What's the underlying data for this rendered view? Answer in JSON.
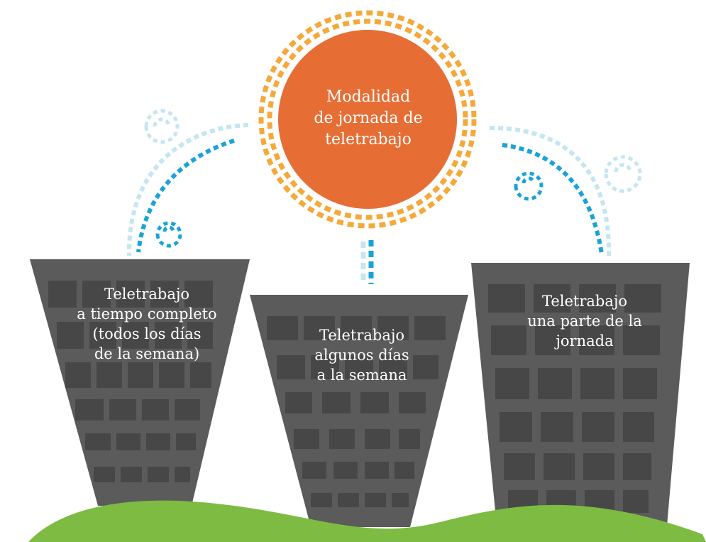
{
  "center": {
    "title_lines": [
      "Modalidad",
      "de jornada de",
      "teletrabajo"
    ]
  },
  "buildings": [
    {
      "lines": [
        "Teletrabajo",
        "a tiempo completo",
        "(todos los días",
        "de la semana)"
      ]
    },
    {
      "lines": [
        "Teletrabajo",
        "algunos días",
        "a la semana"
      ]
    },
    {
      "lines": [
        "Teletrabajo",
        "una parte de la",
        "jornada"
      ]
    }
  ],
  "colors": {
    "center_fill": "#e66e35",
    "center_ring": "#f4a93a",
    "building": "#5b5b5c",
    "building_dark": "#6a6a6b",
    "window": "#474748",
    "connector_dark": "#1aa3d6",
    "connector_light": "#c4e6f0",
    "grass": "#7dbb42"
  }
}
